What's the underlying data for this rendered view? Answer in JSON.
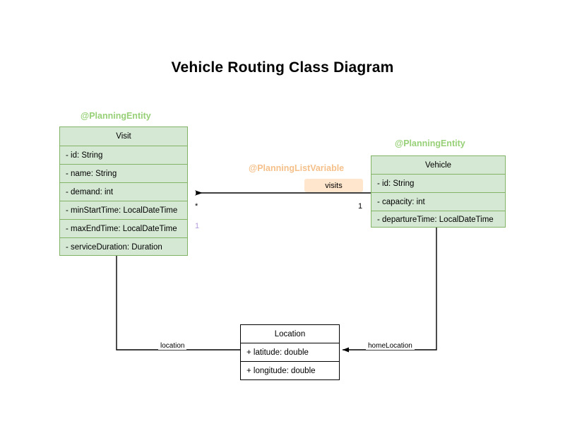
{
  "title": "Vehicle Routing Class Diagram",
  "classes": [
    {
      "key": "visit",
      "stereotype": "@PlanningEntity",
      "name": "Visit",
      "attributes": [
        "- id: String",
        "- name: String",
        "- demand: int",
        "- minStartTime: LocalDateTime",
        "- maxEndTime: LocalDateTime",
        "- serviceDuration: Duration"
      ]
    },
    {
      "key": "vehicle",
      "stereotype": "@PlanningEntity",
      "name": "Vehicle",
      "attributes": [
        "- id: String",
        "- capacity: int",
        "- departureTime: LocalDateTime"
      ]
    },
    {
      "key": "location",
      "stereotype": "",
      "name": "Location",
      "attributes": [
        "+ latitude: double",
        "+ longitude: double"
      ]
    }
  ],
  "associations": {
    "visits": {
      "stereotype": "@PlanningListVariable",
      "label": "visits",
      "source_multiplicity": "1",
      "target_multiplicity": "*",
      "extra_multiplicity": "1"
    },
    "location": {
      "label": "location"
    },
    "home_location": {
      "label": "homeLocation"
    }
  },
  "colors": {
    "class_fill": "#d5e8d4",
    "class_border": "#82b366",
    "stereotype_entity": "#97d077",
    "stereotype_listvar": "#f5c08a",
    "assoc_badge_fill": "#ffe6cc",
    "muted_multiplicity": "#b39ddb",
    "line": "#000000",
    "background": "#ffffff"
  }
}
